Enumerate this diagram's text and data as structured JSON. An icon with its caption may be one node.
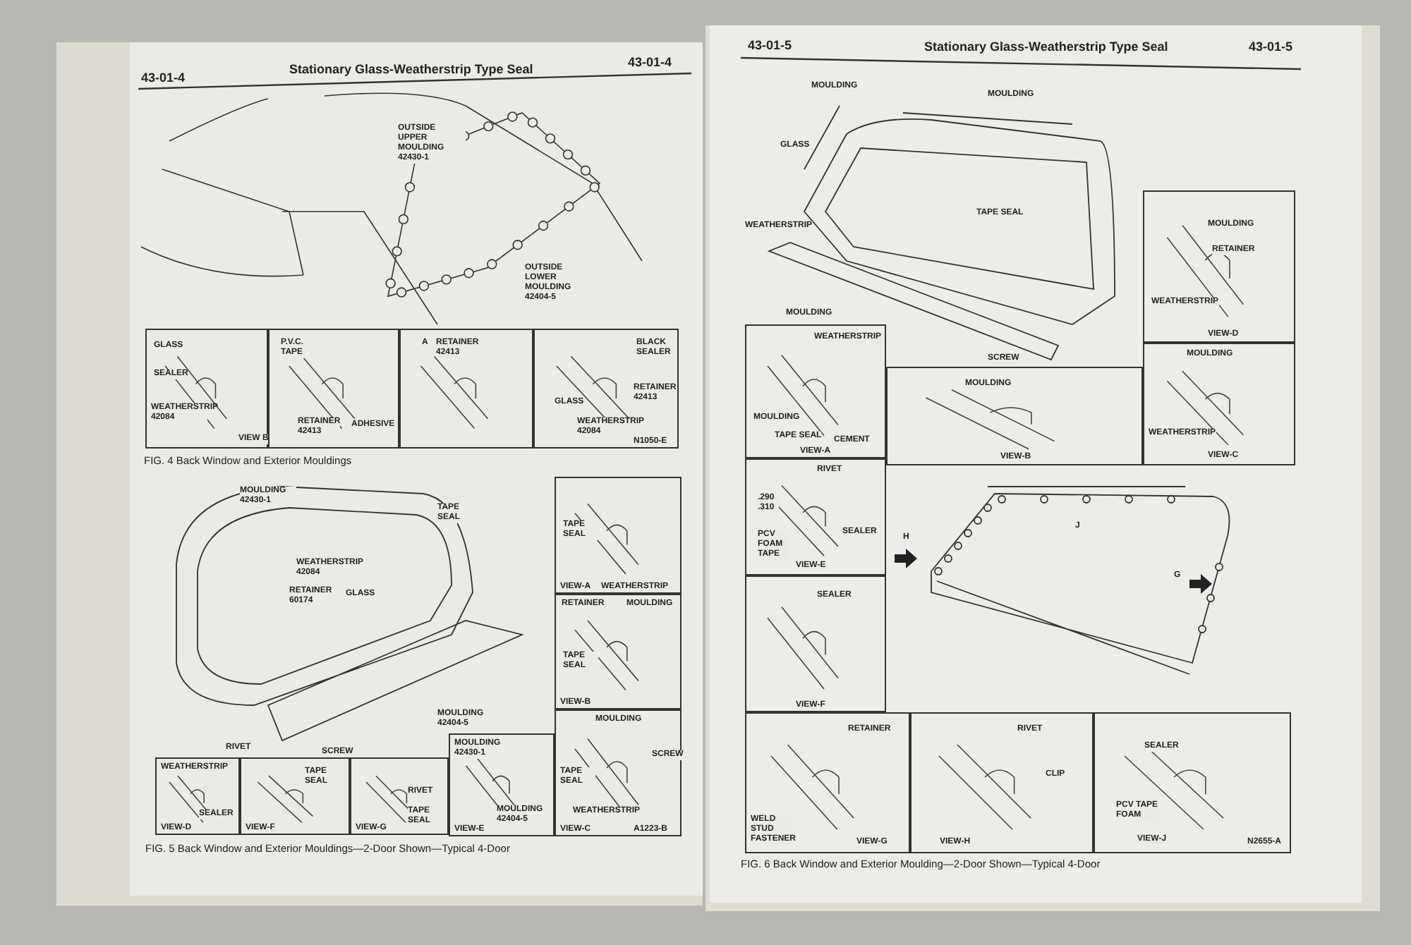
{
  "diagram": {
    "nodes": [
      {
        "text": [
          "GLASS",
          "SEALER",
          "WEATHERSTRIP 42084",
          "VIEW B"
        ]
      },
      {
        "text": [
          "P.V.C. TAPE",
          "RETAINER 42413",
          "ADHESIVE"
        ]
      },
      {
        "text": [
          "A",
          "RETAINER 42413"
        ]
      },
      {
        "text": [
          "BLACK SEALER",
          "RETAINER 42413",
          "GLASS",
          "WEATHERSTRIP 42084",
          "N1050-E"
        ]
      },
      {
        "text": [
          "TAPE SEAL",
          "VIEW-A",
          "WEATHERSTRIP"
        ]
      },
      {
        "text": [
          "RETAINER",
          "MOULDING",
          "TAPE SEAL",
          "VIEW-B"
        ]
      },
      {
        "text": [
          "MOULDING",
          "SCREW",
          "TAPE SEAL",
          "WEATHERSTRIP",
          "VIEW-C",
          "A1223-B"
        ]
      },
      {
        "text": [
          "WEATHERSTRIP",
          "SEALER",
          "VIEW-D"
        ]
      },
      {
        "text": [
          "TAPE SEAL",
          "VIEW-F"
        ]
      },
      {
        "text": [
          "RIVET",
          "TAPE SEAL",
          "VIEW-G"
        ]
      },
      {
        "text": [
          "MOULDING 42430-1",
          "MOULDING 42404-5",
          "VIEW-E"
        ]
      },
      {
        "text": [
          "MOULDING",
          "RETAINER",
          "WEATHERSTRIP",
          "VIEW-D"
        ]
      },
      {
        "text": [
          "WEATHERSTRIP",
          "MOULDING",
          "TAPE SEAL",
          "CEMENT",
          "VIEW-A"
        ]
      },
      {
        "text": [
          "MOULDING",
          "VIEW-B"
        ]
      },
      {
        "text": [
          "MOULDING",
          "WEATHERSTRIP",
          "VIEW-C"
        ]
      },
      {
        "text": [
          "RIVET",
          ".290 .310",
          "PCV FOAM TAPE",
          "SEALER",
          "VIEW-E"
        ]
      },
      {
        "text": [
          "SEALER",
          "VIEW-F"
        ]
      },
      {
        "text": [
          "RETAINER",
          "WELD STUD FASTENER",
          "VIEW-G"
        ]
      },
      {
        "text": [
          "RIVET",
          "CLIP",
          "VIEW-H"
        ]
      },
      {
        "text": [
          "SEALER",
          "PCV TAPE FOAM",
          "VIEW-J",
          "N2655-A"
        ]
      }
    ],
    "labels": [
      "43-01-4",
      "Stationary Glass-Weatherstrip Type Seal",
      "43-01-4",
      "OUTSIDE UPPER MOULDING 42430-1",
      "OUTSIDE LOWER MOULDING 42404-5",
      "FIG. 4 Back Window and Exterior Mouldings",
      "MOULDING 42430-1",
      "TAPE SEAL",
      "WEATHERSTRIP 42084",
      "RETAINER 60174",
      "GLASS",
      "MOULDING 42404-5",
      "RIVET",
      "SCREW",
      "FIG. 5 Back Window and Exterior Mouldings—2-Door Shown—Typical 4-Door",
      "43-01-5",
      "Stationary Glass-Weatherstrip Type Seal",
      "43-01-5",
      "MOULDING",
      "MOULDING",
      "GLASS",
      "TAPE SEAL",
      "WEATHERSTRIP",
      "MOULDING",
      "SCREW",
      "H",
      "J",
      "G",
      "FIG. 6 Back Window and Exterior Moulding—2-Door Shown—Typical 4-Door"
    ]
  }
}
